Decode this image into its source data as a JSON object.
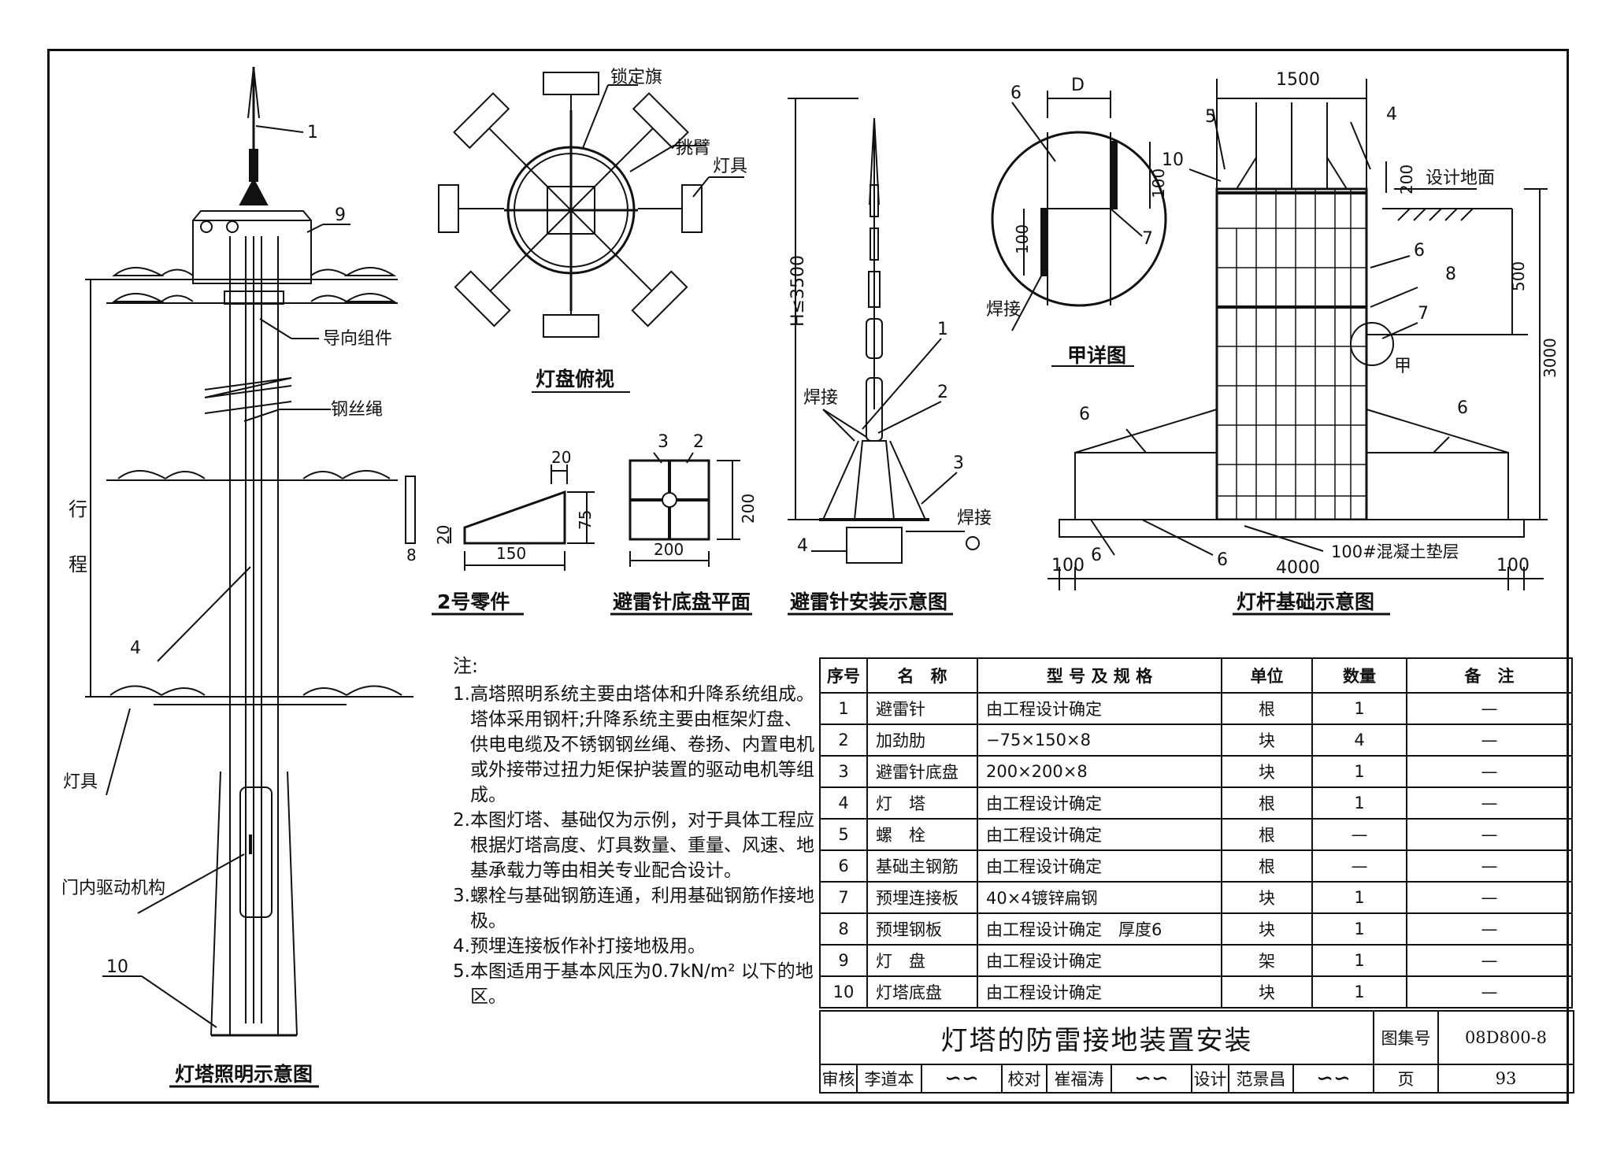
{
  "views": {
    "tower_title": "灯塔照明示意图",
    "top_view_title": "灯盘俯视",
    "part2_title": "2号零件",
    "base_plate_title": "避雷针底盘平面",
    "install_title": "避雷针安装示意图",
    "detail_title": "甲详图",
    "foundation_title": "灯杆基础示意图"
  },
  "tower_labels": {
    "n1": "1",
    "n9": "9",
    "n4": "4",
    "n10": "10",
    "guide": "导向组件",
    "wire_rope": "钢丝绳",
    "travel_1": "行",
    "travel_2": "程",
    "lamp": "灯具",
    "drive": "门内驱动机构"
  },
  "top_view_labels": {
    "lock": "锁定旗",
    "arm": "挑臂",
    "lamp": "灯具"
  },
  "part2_labels": {
    "d20a": "20",
    "d75": "75",
    "d20b": "20",
    "d150": "150",
    "d8": "8"
  },
  "base_plate_labels": {
    "n3": "3",
    "n2": "2",
    "d200v": "200",
    "d200h": "200"
  },
  "install_labels": {
    "height": "H≤3500",
    "weld1": "焊接",
    "weld2": "焊接",
    "n1": "1",
    "n2": "2",
    "n3": "3",
    "n4": "4"
  },
  "detail_labels": {
    "d": "D",
    "n6": "6",
    "d100a": "100",
    "d100b": "100",
    "n7": "7",
    "weld": "焊接"
  },
  "foundation_labels": {
    "d1500": "1500",
    "n5": "5",
    "n4": "4",
    "n10": "10",
    "d200": "200",
    "ground": "设计地面",
    "n6a": "6",
    "n8": "8",
    "d500": "500",
    "n7": "7",
    "jia": "甲",
    "d3000": "3000",
    "n6b": "6",
    "n6c": "6",
    "n6d": "6",
    "n6e": "6",
    "d100l": "100",
    "d4000": "4000",
    "cushion": "100#混凝土垫层",
    "d100r": "100"
  },
  "notes": {
    "heading": "注:",
    "items": [
      "1.高塔照明系统主要由塔体和升降系统组成。塔体采用钢杆;升降系统主要由框架灯盘、供电电缆及不锈钢钢丝绳、卷扬、内置电机或外接带过扭力矩保护装置的驱动电机等组成。",
      "2.本图灯塔、基础仅为示例，对于具体工程应根据灯塔高度、灯具数量、重量、风速、地基承载力等由相关专业配合设计。",
      "3.螺栓与基础钢筋连通，利用基础钢筋作接地极。",
      "4.预埋连接板作补打接地极用。",
      "5.本图适用于基本风压为0.7kN/m² 以下的地区。"
    ]
  },
  "bom": {
    "headers": [
      "序号",
      "名　称",
      "型 号 及 规 格",
      "单位",
      "数量",
      "备　注"
    ],
    "rows": [
      [
        "1",
        "避雷针",
        "由工程设计确定",
        "根",
        "1",
        "—"
      ],
      [
        "2",
        "加劲肋",
        "−75×150×8",
        "块",
        "4",
        "—"
      ],
      [
        "3",
        "避雷针底盘",
        "200×200×8",
        "块",
        "1",
        "—"
      ],
      [
        "4",
        "灯　塔",
        "由工程设计确定",
        "根",
        "1",
        "—"
      ],
      [
        "5",
        "螺　栓",
        "由工程设计确定",
        "根",
        "—",
        "—"
      ],
      [
        "6",
        "基础主钢筋",
        "由工程设计确定",
        "根",
        "—",
        "—"
      ],
      [
        "7",
        "预埋连接板",
        "40×4镀锌扁钢",
        "块",
        "1",
        "—"
      ],
      [
        "8",
        "预埋钢板",
        "由工程设计确定　厚度6",
        "块",
        "1",
        "—"
      ],
      [
        "9",
        "灯　盘",
        "由工程设计确定",
        "架",
        "1",
        "—"
      ],
      [
        "10",
        "灯塔底盘",
        "由工程设计确定",
        "块",
        "1",
        "—"
      ]
    ]
  },
  "title_block": {
    "title": "灯塔的防雷接地装置安装",
    "atlas_label": "图集号",
    "atlas_no": "08D800-8",
    "review_label": "审核",
    "reviewer": "李道本",
    "check_label": "校对",
    "checker": "崔福涛",
    "design_label": "设计",
    "designer": "范景昌",
    "page_label": "页",
    "page_no": "93"
  }
}
